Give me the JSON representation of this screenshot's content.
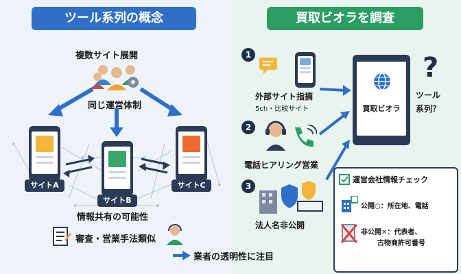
{
  "left": {
    "title": "ツール系列の概念",
    "multi_site": "複数サイト展開",
    "same_operator": "同じ運営体制",
    "site_a": "サイトA",
    "site_b": "サイトB",
    "site_c": "サイトC",
    "info_share": "情報共有の可能性",
    "review_similar": "審査・営業手法類似",
    "transparency": "業者の透明性に注目"
  },
  "right": {
    "title": "買取ビオラを調査",
    "steps": [
      {
        "num": "1",
        "label": "外部サイト指摘",
        "sub": "5ch・比較サイト"
      },
      {
        "num": "2",
        "label": "電話ヒアリング営業"
      },
      {
        "num": "3",
        "label": "法人名非公開"
      }
    ],
    "main_phone_label": "買取ビオラ",
    "question_mark": "?",
    "question_line1": "ツール",
    "question_line2": "系列？",
    "check_title": "運営会社情報チェック",
    "public_label": "公開○：所在地、電話",
    "private_label": "非公開✕：代表者、",
    "private_label2": "古物商許可番号"
  },
  "colors": {
    "blue_pill": "#2f6fc7",
    "green_pill": "#2b9d63",
    "site_a_block": "#f4b63a",
    "site_b_block": "#3aa56a",
    "site_c_block": "#ee6a2f"
  }
}
